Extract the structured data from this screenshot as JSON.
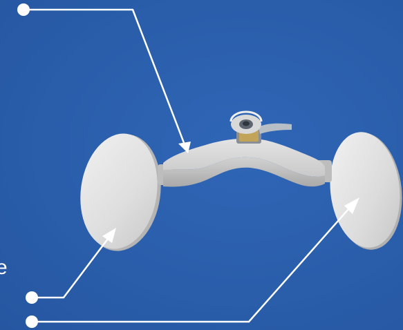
{
  "figure": {
    "background_color": "#2b5fae",
    "callout_color": "#ffffff",
    "object_color": "#e6e6e6",
    "edge_text": "e"
  },
  "callouts": [
    {
      "name": "callout-arch-body"
    },
    {
      "name": "callout-left-disc"
    },
    {
      "name": "callout-right-disc"
    }
  ]
}
